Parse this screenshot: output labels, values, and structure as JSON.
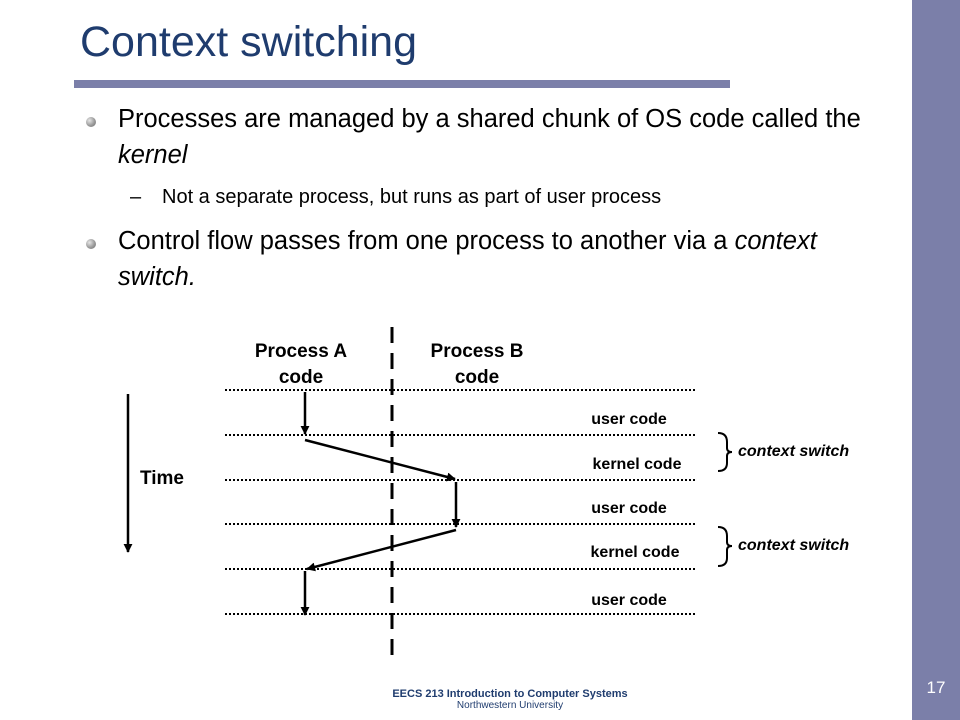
{
  "slide": {
    "title": "Context switching",
    "bullet1": {
      "prefix": "Processes are managed by a shared chunk of OS code called the ",
      "emph": "kernel",
      "sub": "Not a separate process, but runs as part of user process"
    },
    "bullet2": {
      "prefix": "Control flow passes from one process to another via a ",
      "emph": "context switch",
      "suffix": "."
    }
  },
  "diagram": {
    "process_a": [
      "Process A",
      "code"
    ],
    "process_b": [
      "Process B",
      "code"
    ],
    "time_label": "Time",
    "segments": [
      "user code",
      "kernel code",
      "user code",
      "kernel code",
      "user code"
    ],
    "switch_label": "context switch"
  },
  "footer": {
    "course": "EECS 213 Introduction to Computer Systems",
    "university": "Northwestern University",
    "page": "17"
  }
}
